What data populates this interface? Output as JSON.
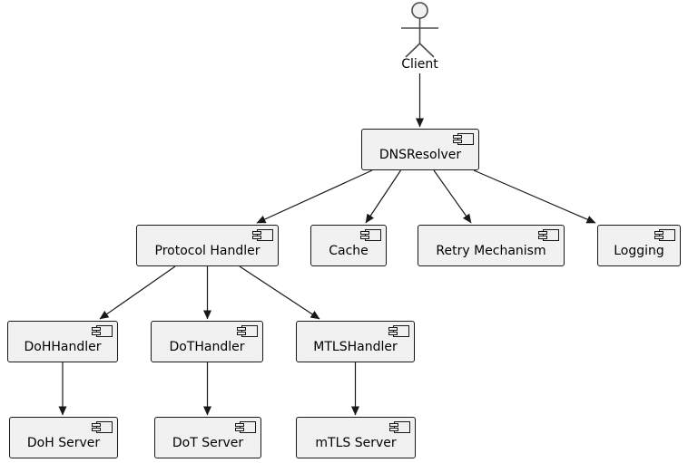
{
  "diagram": {
    "type": "uml-component-diagram",
    "colors": {
      "background": "#FFFFFF",
      "node_fill": "#F1F1F1",
      "node_border": "#181818",
      "edge": "#181818",
      "text": "#000000"
    }
  },
  "actor": {
    "label": "Client"
  },
  "components": [
    {
      "label": "DNSResolver"
    },
    {
      "label": "Protocol Handler"
    },
    {
      "label": "Cache"
    },
    {
      "label": "Retry Mechanism"
    },
    {
      "label": "Logging"
    },
    {
      "label": "DoHHandler"
    },
    {
      "label": "DoTHandler"
    },
    {
      "label": "MTLSHandler"
    },
    {
      "label": "DoH Server"
    },
    {
      "label": "DoT Server"
    },
    {
      "label": "mTLS Server"
    }
  ],
  "edges": [
    {
      "from": "Client",
      "to": "DNSResolver"
    },
    {
      "from": "DNSResolver",
      "to": "Protocol Handler"
    },
    {
      "from": "DNSResolver",
      "to": "Cache"
    },
    {
      "from": "DNSResolver",
      "to": "Retry Mechanism"
    },
    {
      "from": "DNSResolver",
      "to": "Logging"
    },
    {
      "from": "Protocol Handler",
      "to": "DoHHandler"
    },
    {
      "from": "Protocol Handler",
      "to": "DoTHandler"
    },
    {
      "from": "Protocol Handler",
      "to": "MTLSHandler"
    },
    {
      "from": "DoHHandler",
      "to": "DoH Server"
    },
    {
      "from": "DoTHandler",
      "to": "DoT Server"
    },
    {
      "from": "MTLSHandler",
      "to": "mTLS Server"
    }
  ]
}
